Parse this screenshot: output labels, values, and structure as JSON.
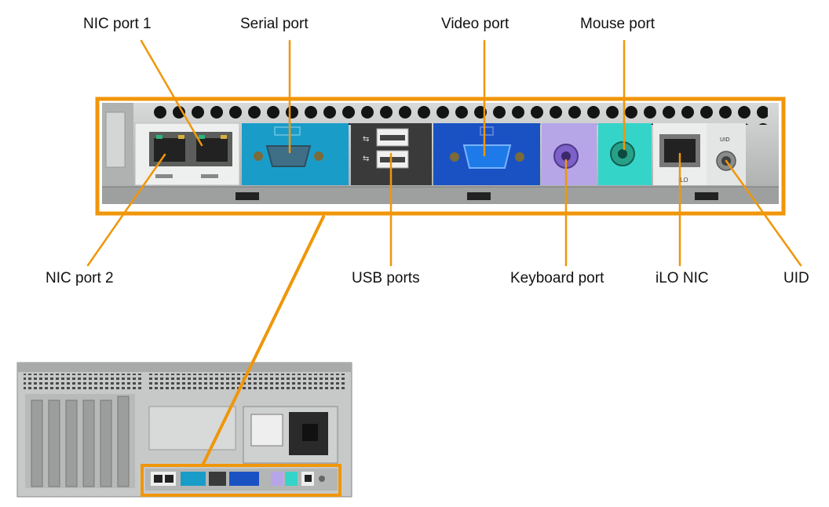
{
  "labels": {
    "nic_port_1": "NIC port 1",
    "serial_port": "Serial port",
    "video_port": "Video port",
    "mouse_port": "Mouse port",
    "nic_port_2": "NIC port 2",
    "usb_ports": "USB ports",
    "keyboard_port": "Keyboard port",
    "ilo_nic": "iLO NIC",
    "uid": "UID"
  },
  "panel_markings": {
    "uid_text": "UID",
    "ilo_text": "iLO"
  },
  "colors": {
    "callout": "#f0960a",
    "serial": "#1a9cc8",
    "usb": "#3a3a3a",
    "video": "#1a52c4",
    "keyboard": "#b6a6e8",
    "mouse": "#35d4c8",
    "chassis": "#c4c6c6"
  }
}
